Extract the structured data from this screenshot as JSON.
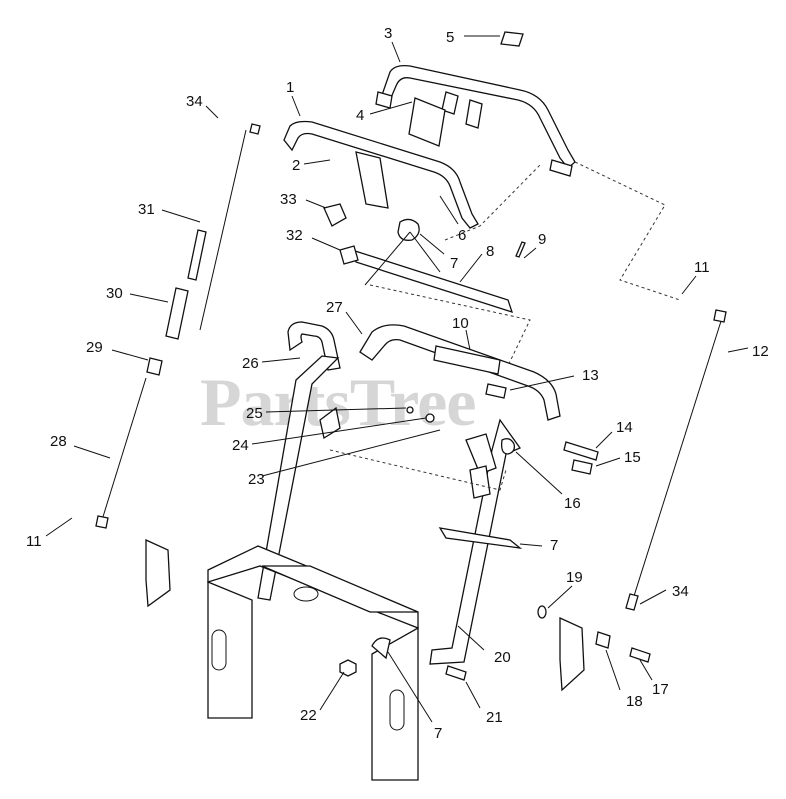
{
  "watermark": "PartsTree",
  "callouts": [
    {
      "id": "c1",
      "text": "1"
    },
    {
      "id": "c2",
      "text": "2"
    },
    {
      "id": "c3",
      "text": "3"
    },
    {
      "id": "c4",
      "text": "4"
    },
    {
      "id": "c5",
      "text": "5"
    },
    {
      "id": "c6",
      "text": "6"
    },
    {
      "id": "c7a",
      "text": "7"
    },
    {
      "id": "c7b",
      "text": "7"
    },
    {
      "id": "c7c",
      "text": "7"
    },
    {
      "id": "c8",
      "text": "8"
    },
    {
      "id": "c9",
      "text": "9"
    },
    {
      "id": "c10",
      "text": "10"
    },
    {
      "id": "c11a",
      "text": "11"
    },
    {
      "id": "c11b",
      "text": "11"
    },
    {
      "id": "c12",
      "text": "12"
    },
    {
      "id": "c13",
      "text": "13"
    },
    {
      "id": "c14",
      "text": "14"
    },
    {
      "id": "c15",
      "text": "15"
    },
    {
      "id": "c16",
      "text": "16"
    },
    {
      "id": "c17",
      "text": "17"
    },
    {
      "id": "c18",
      "text": "18"
    },
    {
      "id": "c19",
      "text": "19"
    },
    {
      "id": "c20",
      "text": "20"
    },
    {
      "id": "c21",
      "text": "21"
    },
    {
      "id": "c22",
      "text": "22"
    },
    {
      "id": "c23",
      "text": "23"
    },
    {
      "id": "c24",
      "text": "24"
    },
    {
      "id": "c25",
      "text": "25"
    },
    {
      "id": "c26",
      "text": "26"
    },
    {
      "id": "c27",
      "text": "27"
    },
    {
      "id": "c28",
      "text": "28"
    },
    {
      "id": "c29",
      "text": "29"
    },
    {
      "id": "c30",
      "text": "30"
    },
    {
      "id": "c31",
      "text": "31"
    },
    {
      "id": "c32",
      "text": "32"
    },
    {
      "id": "c33",
      "text": "33"
    },
    {
      "id": "c34a",
      "text": "34"
    },
    {
      "id": "c34b",
      "text": "34"
    }
  ]
}
